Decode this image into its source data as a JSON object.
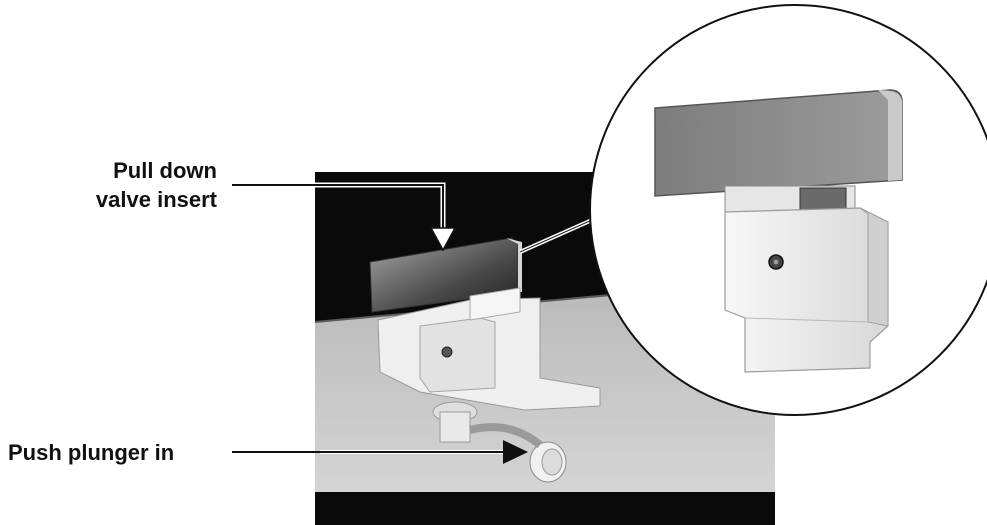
{
  "labels": {
    "pull_line1": "Pull down",
    "pull_line2": "valve insert",
    "push": "Push plunger in"
  },
  "colors": {
    "cabinet_black": "#0c0c0c",
    "panel_grey": "#c9c9c9",
    "part_white": "#ececec",
    "insert_grey": "#8f8f8f",
    "line": "#111111"
  },
  "icons": [
    "arrow-down-icon",
    "arrow-right-icon",
    "screw-icon",
    "magnifier-circle"
  ]
}
